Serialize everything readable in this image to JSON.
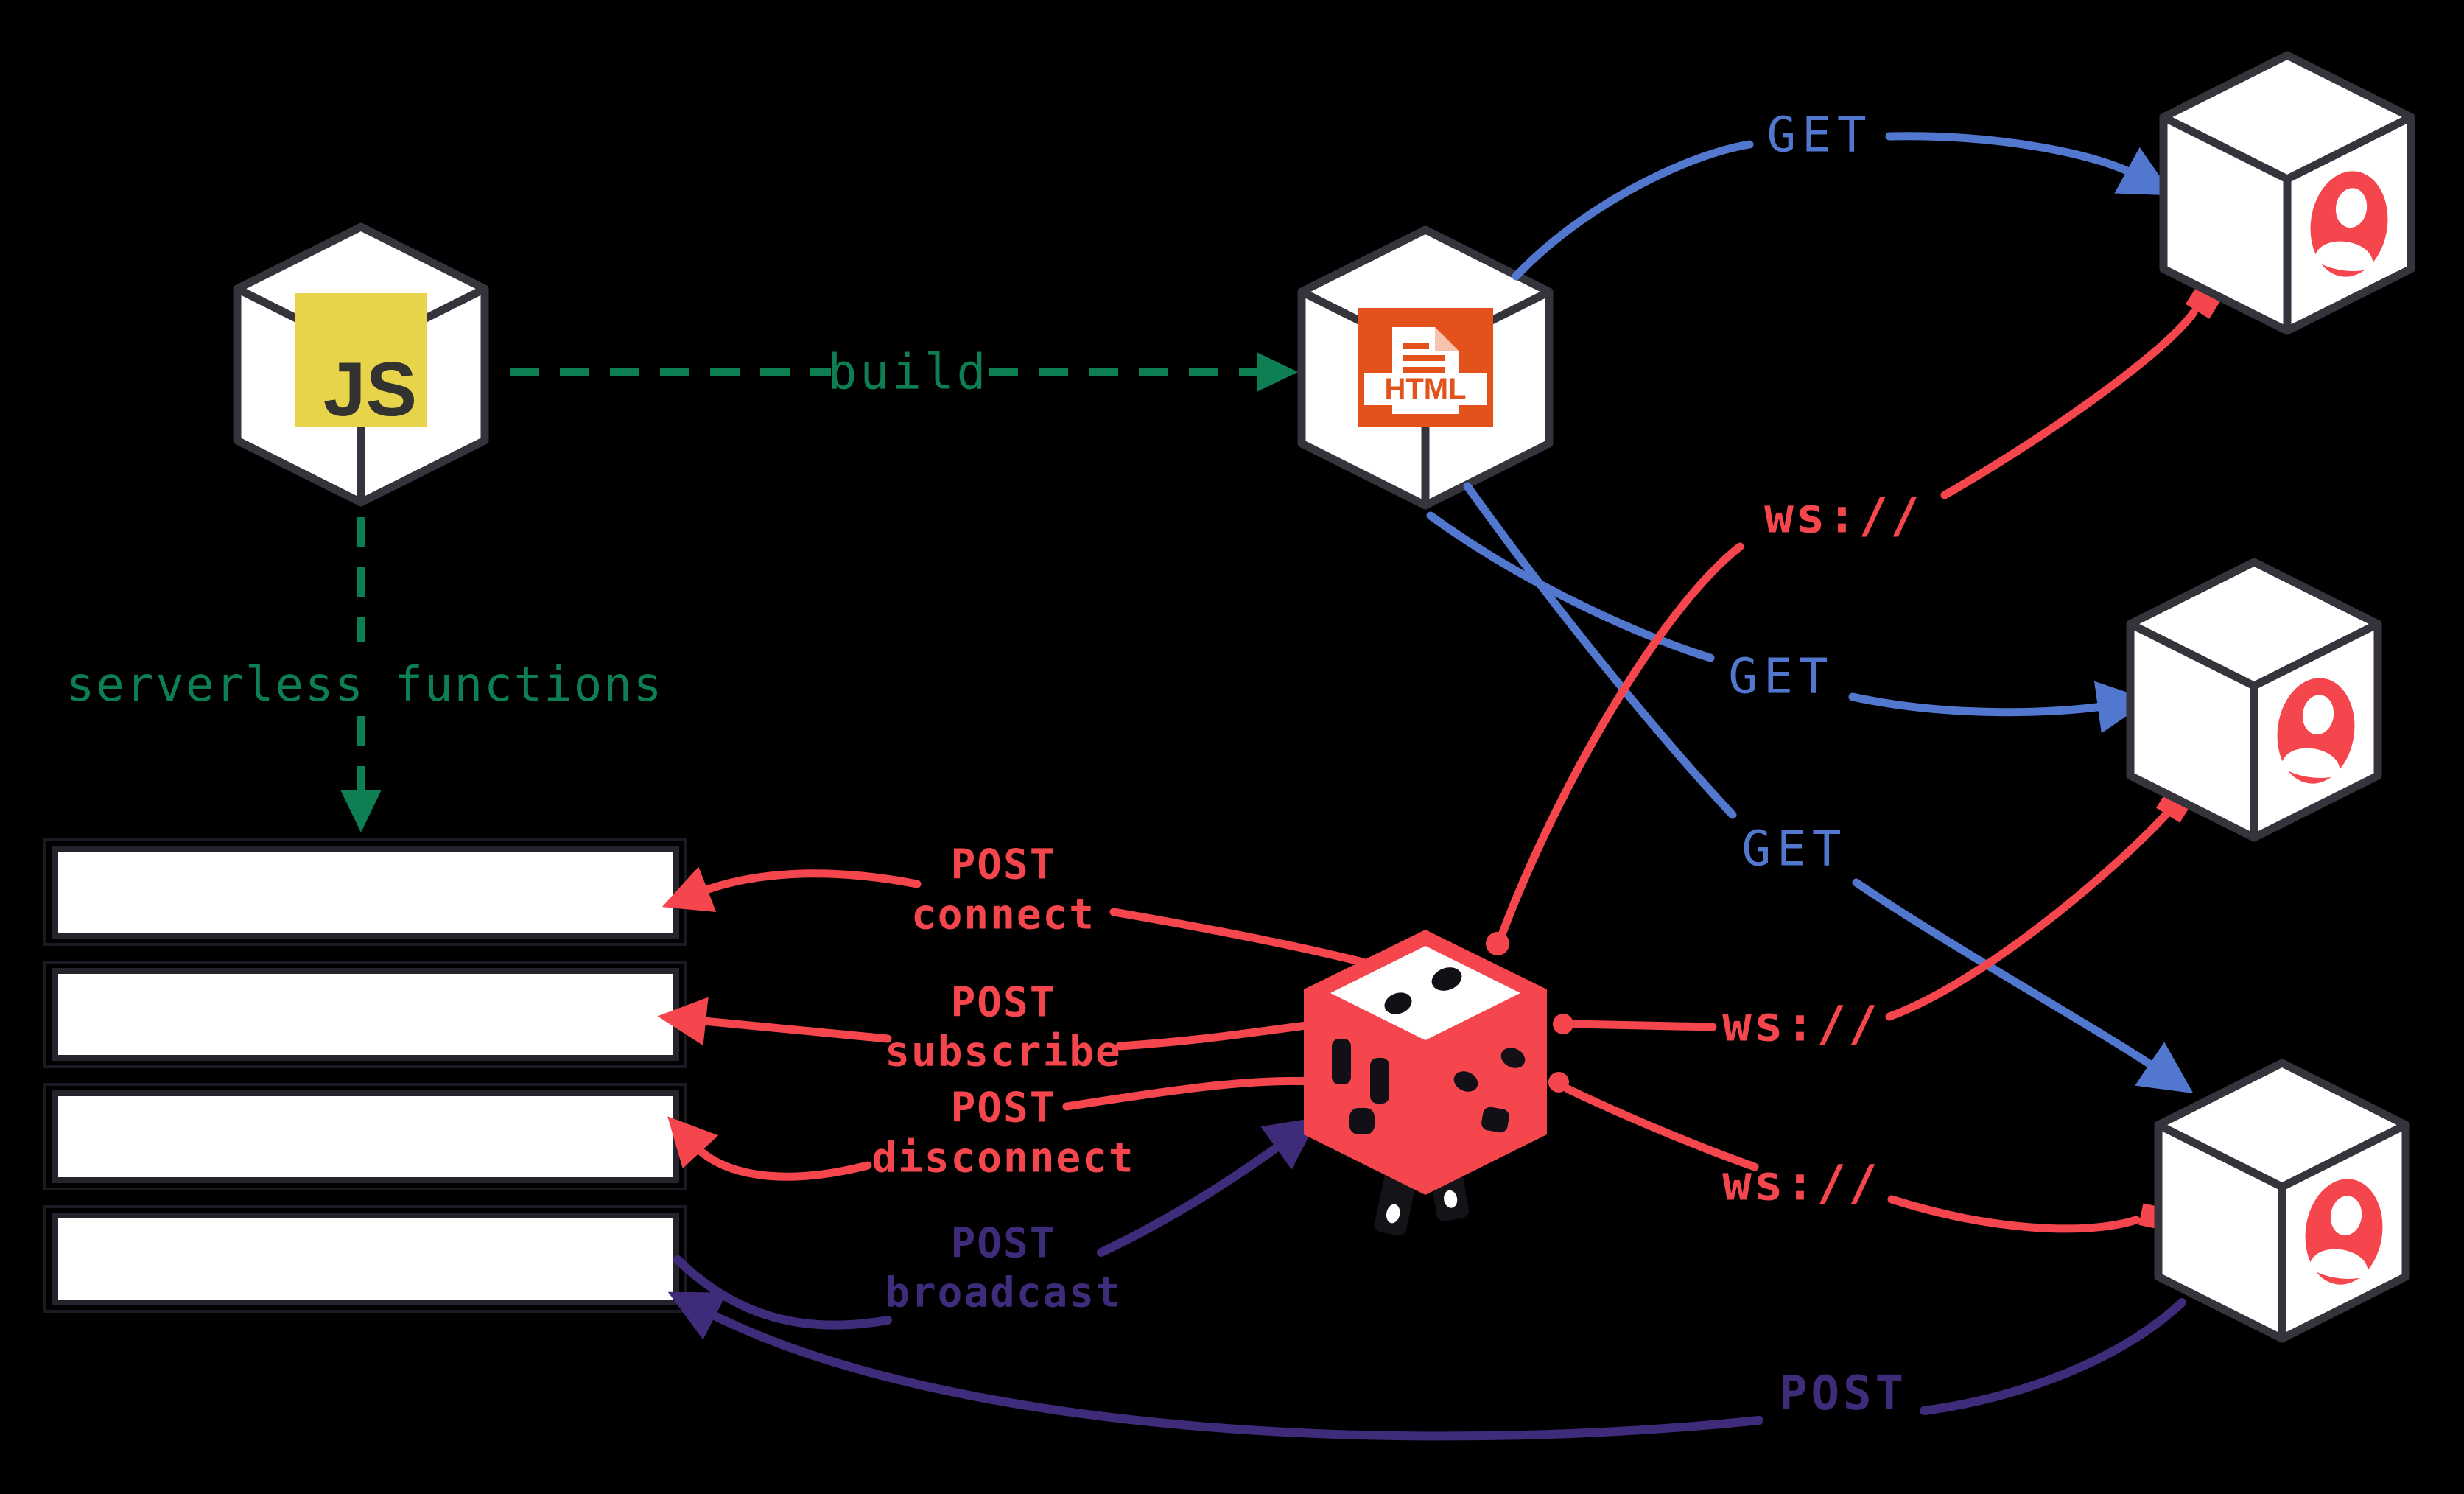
{
  "diagram": {
    "type": "architecture-flow",
    "description": "Jamstack websocket architecture: JS bundle builds static HTML, serverless functions handle POST hooks, a websocket broker cube fans out ws:// connections to three clients"
  },
  "nodes": {
    "js": {
      "label": "JS"
    },
    "html": {
      "label": "HTML"
    },
    "websocket_broker": {
      "label": ""
    },
    "clients": [
      {
        "name": "client-top"
      },
      {
        "name": "client-middle"
      },
      {
        "name": "client-bottom"
      }
    ],
    "function_lanes": [
      {
        "name": "connect-function"
      },
      {
        "name": "subscribe-function"
      },
      {
        "name": "disconnect-function"
      },
      {
        "name": "broadcast-function"
      }
    ]
  },
  "labels": {
    "build": "build",
    "serverless_functions": "serverless functions",
    "get_top": "GET",
    "get_middle": "GET",
    "get_bottom": "GET",
    "ws_top": "ws://",
    "ws_middle": "ws://",
    "ws_bottom": "ws://",
    "post_connect_line1": "POST",
    "post_connect_line2": "connect",
    "post_subscribe_line1": "POST",
    "post_subscribe_line2": "subscribe",
    "post_disconnect_line1": "POST",
    "post_disconnect_line2": "disconnect",
    "post_broadcast_line1": "POST",
    "post_broadcast_line2": "broadcast",
    "post_reply": "POST"
  },
  "colors": {
    "background": "#000000",
    "green": "#0e7f53",
    "blue": "#5277cf",
    "red": "#f5464e",
    "purple": "#3e2b7a",
    "yellow": "#e8d44b",
    "orange": "#e4521b",
    "outline": "#35333c"
  }
}
